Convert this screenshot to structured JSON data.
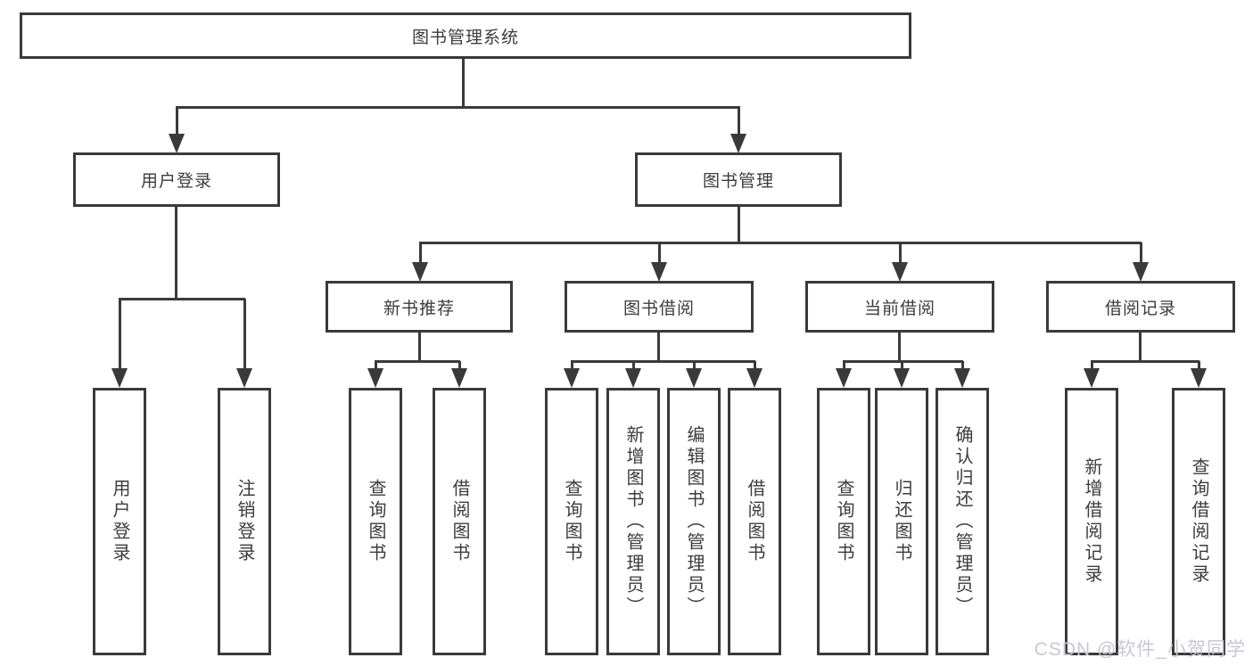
{
  "tree": {
    "root": {
      "label": "图书管理系统"
    },
    "branches": [
      {
        "label": "用户登录",
        "children": [
          {
            "label": "用户登录"
          },
          {
            "label": "注销登录"
          }
        ]
      },
      {
        "label": "图书管理",
        "children": [
          {
            "label": "新书推荐",
            "children": [
              {
                "label": "查询图书"
              },
              {
                "label": "借阅图书"
              }
            ]
          },
          {
            "label": "图书借阅",
            "children": [
              {
                "label": "查询图书"
              },
              {
                "label": "新增图书（管理员）"
              },
              {
                "label": "编辑图书（管理员）"
              },
              {
                "label": "借阅图书"
              }
            ]
          },
          {
            "label": "当前借阅",
            "children": [
              {
                "label": "查询图书"
              },
              {
                "label": "归还图书"
              },
              {
                "label": "确认归还（管理员）"
              }
            ]
          },
          {
            "label": "借阅记录",
            "children": [
              {
                "label": "新增借阅记录"
              },
              {
                "label": "查询借阅记录"
              }
            ]
          }
        ]
      }
    ]
  },
  "watermark": {
    "text": "CSDN @软件_小贺同学"
  },
  "colors": {
    "line": "#3a3a3a",
    "text": "#3c3c3c",
    "background": "#ffffff",
    "watermark": "#c9c7d3"
  }
}
